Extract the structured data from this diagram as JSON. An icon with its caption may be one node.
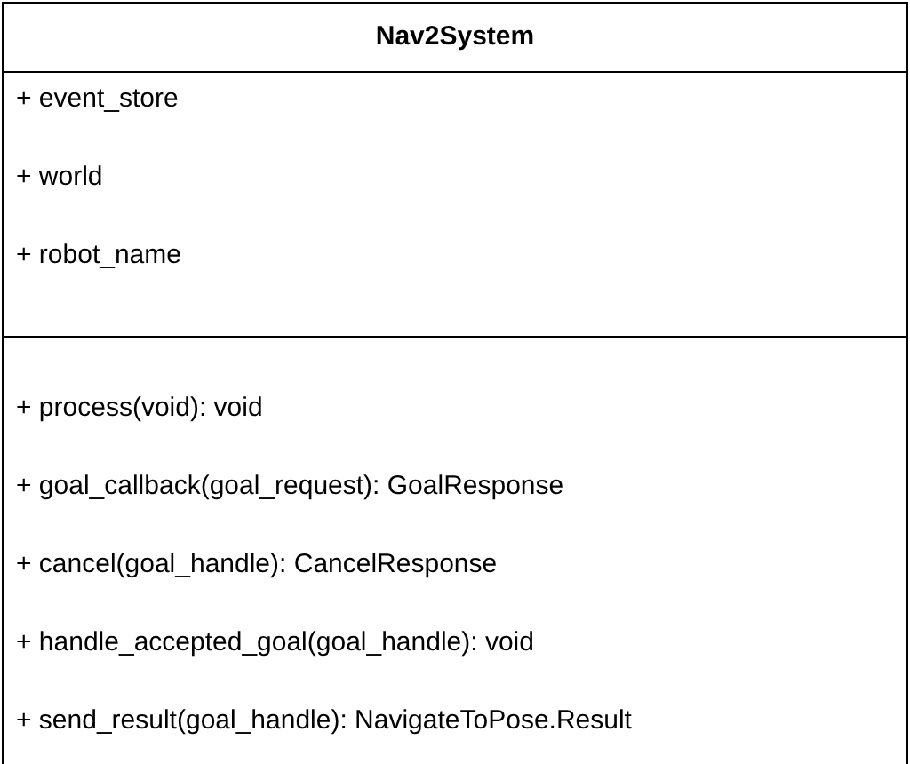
{
  "diagram": {
    "nodes": [
      {
        "text": [
          "Nav2System",
          "+ event_store",
          "+ world",
          "+ robot_name",
          "+ process(void): void",
          "+ goal_callback(goal_request): GoalResponse",
          "+ cancel(goal_handle): CancelResponse",
          "+ handle_accepted_goal(goal_handle): void",
          "+ send_result(goal_handle): NavigateToPose.Result"
        ]
      }
    ]
  }
}
